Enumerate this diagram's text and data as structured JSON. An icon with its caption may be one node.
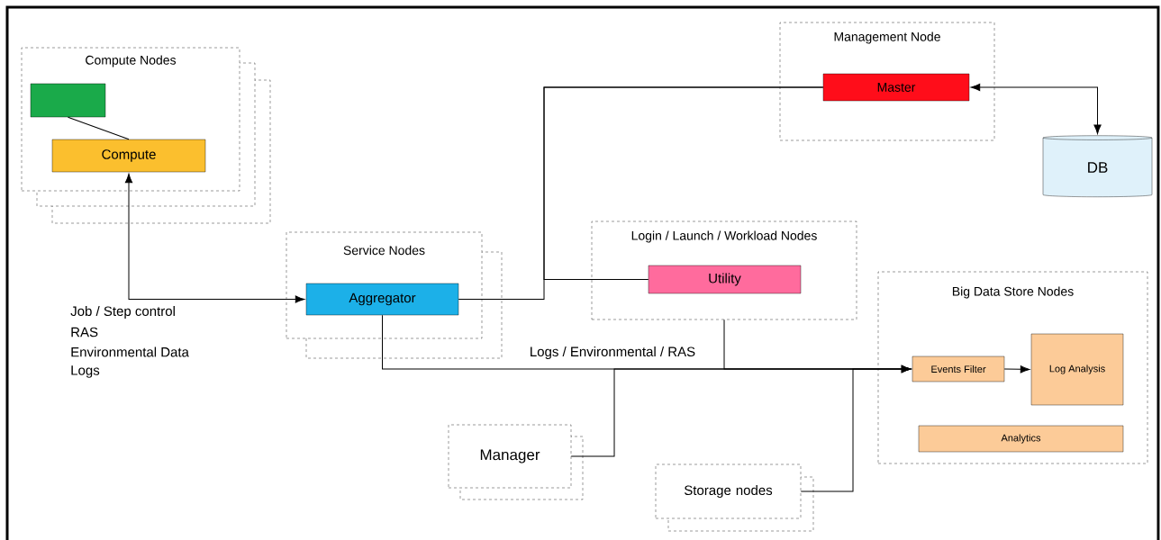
{
  "diagram": {
    "nodes": [
      {
        "text": [
          "Compute Nodes"
        ]
      },
      {
        "text": [],
        "shape": "box",
        "in": 0
      },
      {
        "text": [
          "Compute"
        ],
        "in": 0
      },
      {
        "text": [
          "Service Nodes"
        ]
      },
      {
        "text": [
          "Aggregator"
        ],
        "in": 3
      },
      {
        "text": [
          "Management Node"
        ]
      },
      {
        "text": [
          "Master"
        ],
        "in": 5
      },
      {
        "text": [
          "DB"
        ]
      },
      {
        "text": [
          "Login / Launch / Workload Nodes"
        ]
      },
      {
        "text": [
          "Utility"
        ],
        "in": 8
      },
      {
        "text": [
          "Big Data Store Nodes"
        ]
      },
      {
        "text": [
          "Events Filter"
        ],
        "in": 10
      },
      {
        "text": [
          "Log Analysis"
        ],
        "in": 10
      },
      {
        "text": [
          "Analytics"
        ],
        "in": 10
      },
      {
        "text": [
          "Manager"
        ]
      },
      {
        "text": [
          "Storage nodes"
        ]
      }
    ],
    "edges": [
      {
        "from": 1,
        "to": 2,
        "arrow": "none"
      },
      {
        "from": 4,
        "to": 2,
        "arrow": "both"
      },
      {
        "from": 4,
        "to": 6,
        "arrow": "none"
      },
      {
        "from": 9,
        "to": 6,
        "arrow": "none"
      },
      {
        "from": 6,
        "to": 7,
        "arrow": "both"
      },
      {
        "from": 4,
        "to": 11,
        "arrow": "to",
        "label": "Logs / Environmental / RAS"
      },
      {
        "from": 8,
        "to": 11,
        "arrow": "to"
      },
      {
        "from": 14,
        "to": 11,
        "arrow": "to"
      },
      {
        "from": 15,
        "to": 11,
        "arrow": "to"
      },
      {
        "from": 11,
        "to": 12,
        "arrow": "to"
      }
    ],
    "labels": [
      "Job / Step control",
      "RAS",
      "Environmental Data",
      "Logs"
    ]
  }
}
